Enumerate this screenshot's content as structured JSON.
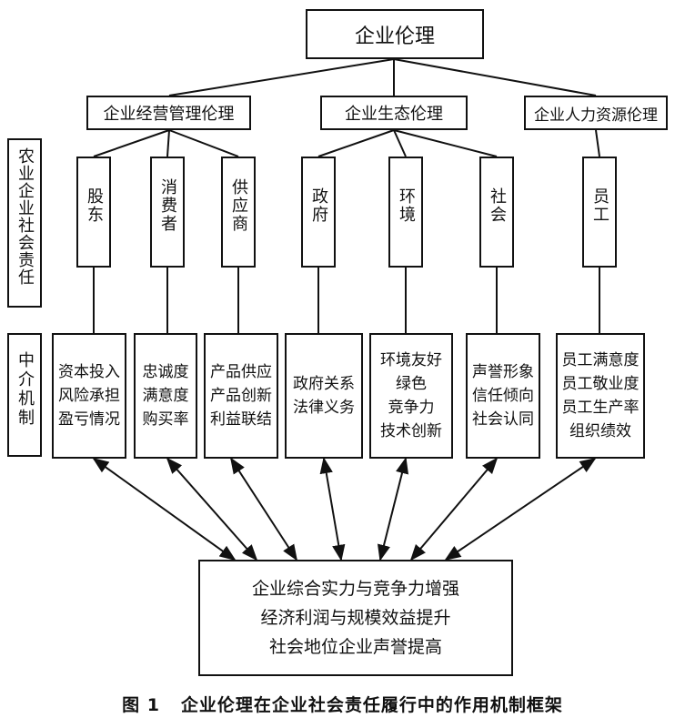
{
  "root": "企业伦理",
  "categories": [
    "企业经营管理伦理",
    "企业生态伦理",
    "企业人力资源伦理"
  ],
  "left_label_top": "农业企业社会责任",
  "left_label_bottom": "中介机制",
  "stakeholders": [
    "股东",
    "消费者",
    "供应商",
    "政府",
    "环境",
    "社会",
    "员工"
  ],
  "mechanisms": [
    [
      "资本投入",
      "风险承担",
      "盈亏情况"
    ],
    [
      "忠诚度",
      "满意度",
      "购买率"
    ],
    [
      "产品供应",
      "产品创新",
      "利益联结"
    ],
    [
      "政府关系",
      "法律义务"
    ],
    [
      "环境友好",
      "绿色",
      "竞争力",
      "技术创新"
    ],
    [
      "声誉形象",
      "信任倾向",
      "社会认同"
    ],
    [
      "员工满意度",
      "员工敬业度",
      "员工生产率",
      "组织绩效"
    ]
  ],
  "outcomes": [
    "企业综合实力与竞争力增强",
    "经济利润与规模效益提升",
    "社会地位企业声誉提高"
  ],
  "caption": "图 1   企业伦理在企业社会责任履行中的作用机制框架"
}
